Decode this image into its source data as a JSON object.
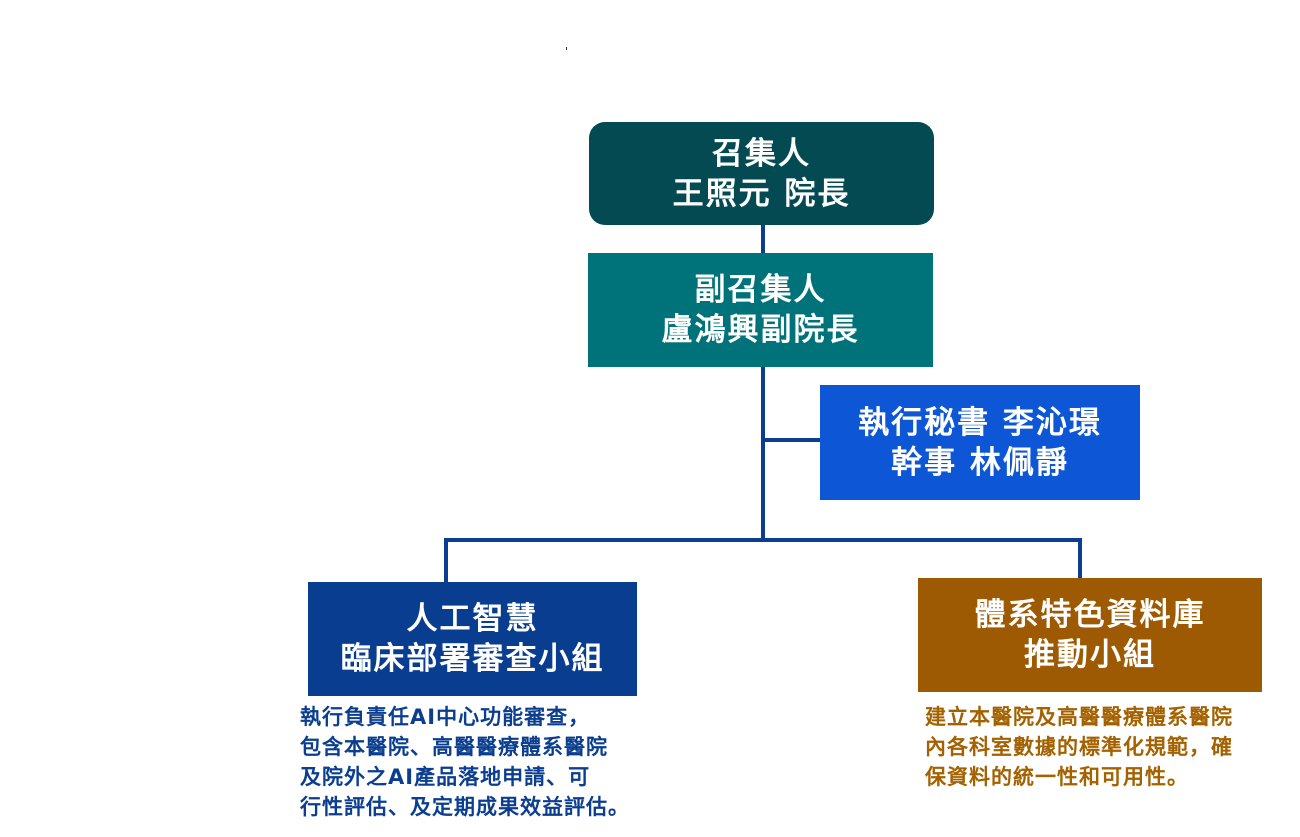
{
  "colors": {
    "convener_bg": "#034a52",
    "deputy_bg": "#00727a",
    "secretary_bg": "#0d57d6",
    "ai_review_bg": "#083d90",
    "database_bg": "#9e5a02",
    "connector": "#0b3e8f",
    "ai_review_text": "#0b3e8f",
    "database_text": "#a36100"
  },
  "convener": {
    "line1": "召集人",
    "line2": "王照元 院長"
  },
  "deputy": {
    "line1": "副召集人",
    "line2": "盧鴻興副院長"
  },
  "secretary": {
    "line1": "執行秘書 李沁璟",
    "line2": "幹事  林佩靜"
  },
  "ai_review": {
    "line1": "人工智慧",
    "line2": "臨床部署審查小組",
    "description": [
      "執行負責任AI中心功能審查，",
      "包含本醫院、高醫醫療體系醫院",
      "及院外之AI產品落地申請、可",
      "行性評估、及定期成果效益評估。"
    ]
  },
  "database": {
    "line1": "體系特色資料庫",
    "line2": "推動小組",
    "description": [
      "建立本醫院及高醫醫療體系醫院",
      "內各科室數據的標準化規範，確",
      "保資料的統一性和可用性。"
    ]
  }
}
